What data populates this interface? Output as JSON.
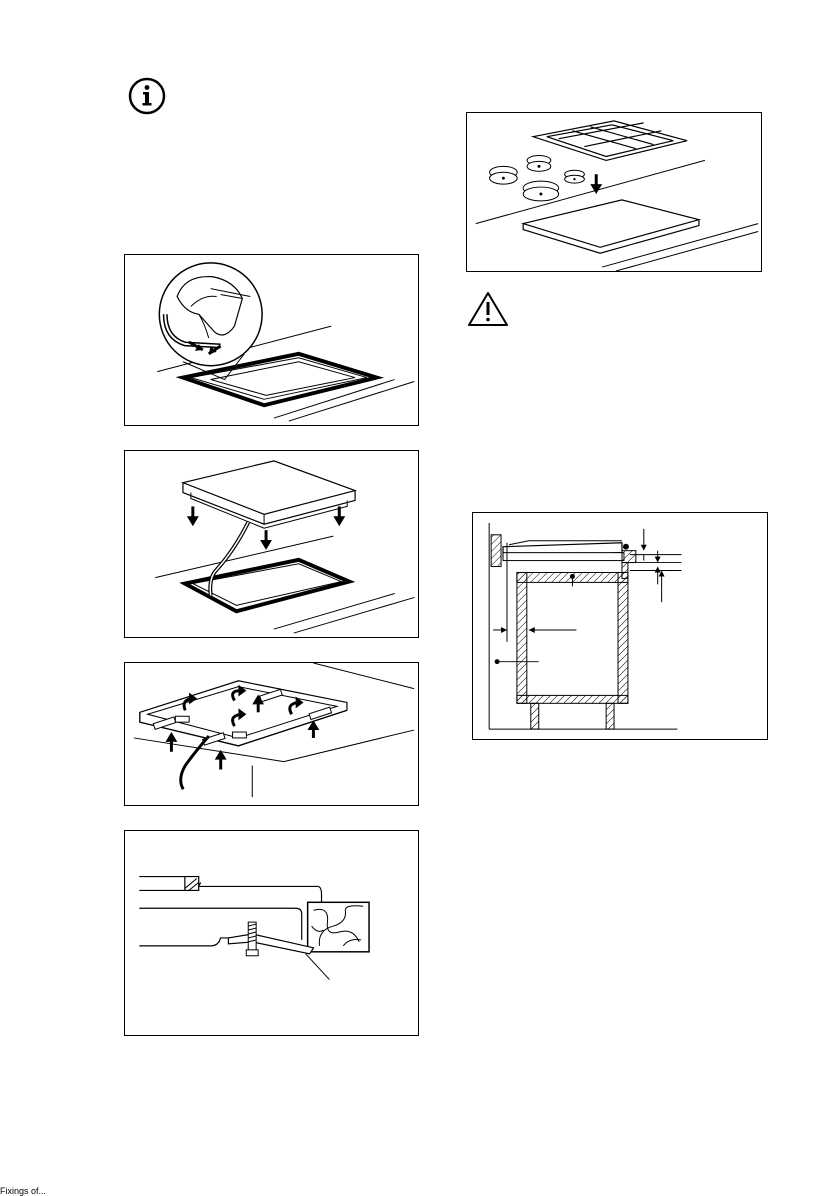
{
  "page": {
    "icons": {
      "info": "info-icon",
      "warning": "warning-triangle-icon"
    },
    "figures": [
      {
        "name": "figure-sealing-strip"
      },
      {
        "name": "figure-lower-hob"
      },
      {
        "name": "figure-brackets-underside"
      },
      {
        "name": "figure-bracket-detail"
      },
      {
        "name": "figure-hob-components"
      },
      {
        "name": "figure-cabinet-section"
      }
    ],
    "footer_text": "Fixings of..."
  }
}
